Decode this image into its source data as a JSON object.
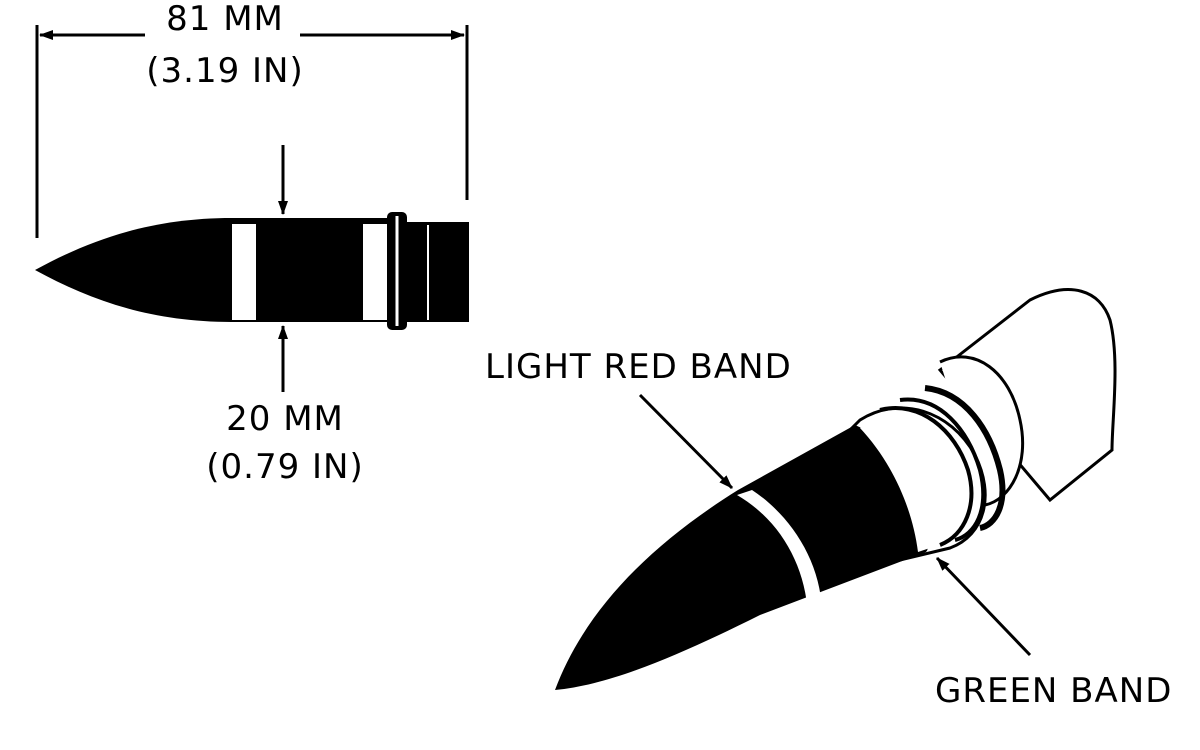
{
  "dimensions": {
    "length_mm": "81 MM",
    "length_in": "(3.19 IN)",
    "diameter_mm": "20 MM",
    "diameter_in": "(0.79 IN)"
  },
  "callouts": {
    "light_red_band": "LIGHT RED BAND",
    "green_band": "GREEN BAND"
  },
  "colors": {
    "ink": "#000000",
    "paper": "#ffffff"
  }
}
